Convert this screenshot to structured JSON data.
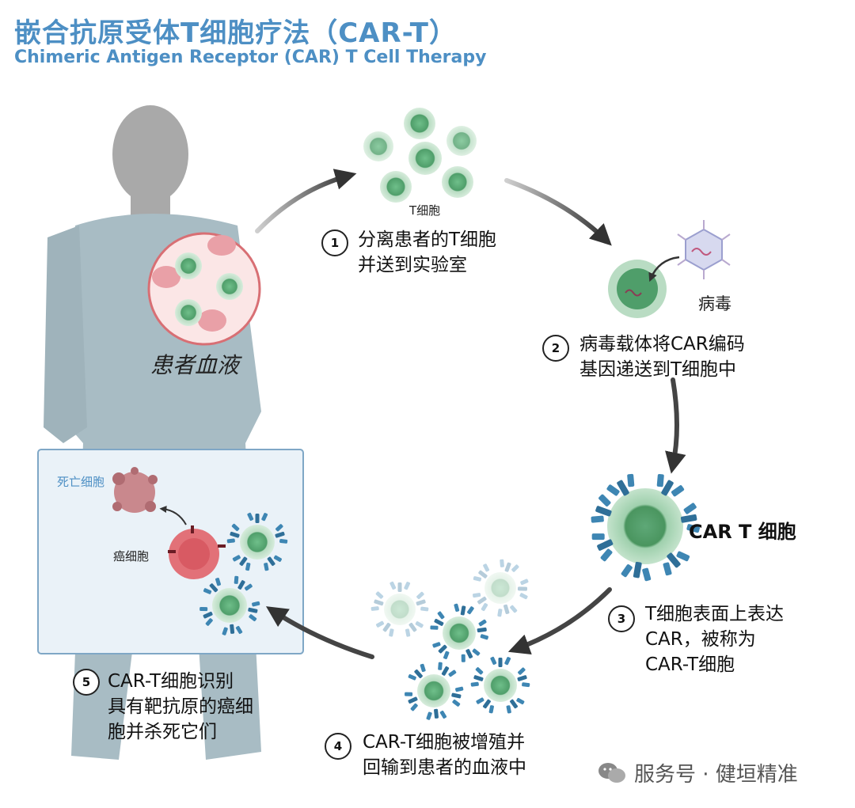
{
  "title": {
    "cn": "嵌合抗原受体T细胞疗法（CAR-T）",
    "en": "Chimeric Antigen Receptor (CAR) T Cell Therapy"
  },
  "labels": {
    "patient_blood": "患者血液",
    "t_cells": "T细胞",
    "virus": "病毒",
    "car_t_cell": "CAR T 细胞",
    "dead_cell": "死亡细胞",
    "cancer_cell": "癌细胞"
  },
  "steps": [
    {
      "number": "1",
      "lines": [
        "分离患者的T细胞",
        "并送到实验室"
      ]
    },
    {
      "number": "2",
      "lines": [
        "病毒载体将CAR编码",
        "基因递送到T细胞中"
      ]
    },
    {
      "number": "3",
      "lines": [
        "T细胞表面上表达",
        "CAR，被称为",
        "CAR-T细胞"
      ]
    },
    {
      "number": "4",
      "lines": [
        "CAR-T细胞被增殖并",
        "回输到患者的血液中"
      ]
    },
    {
      "number": "5",
      "lines": [
        "CAR-T细胞识别",
        "具有靶抗原的癌细",
        "胞并杀死它们"
      ]
    }
  ],
  "watermark": {
    "text": "服务号 · 健垣精准",
    "icon": "wechat-icon"
  },
  "colors": {
    "title_blue": "#4d8fc4",
    "t_cell_green": "#5aa874",
    "receptor_blue": "#2f6f98",
    "red_blood_cell": "#e69aa3",
    "cancer_red": "#e27178",
    "patient_fill": "#a8bcc4",
    "arrow_gray": "#333333"
  }
}
